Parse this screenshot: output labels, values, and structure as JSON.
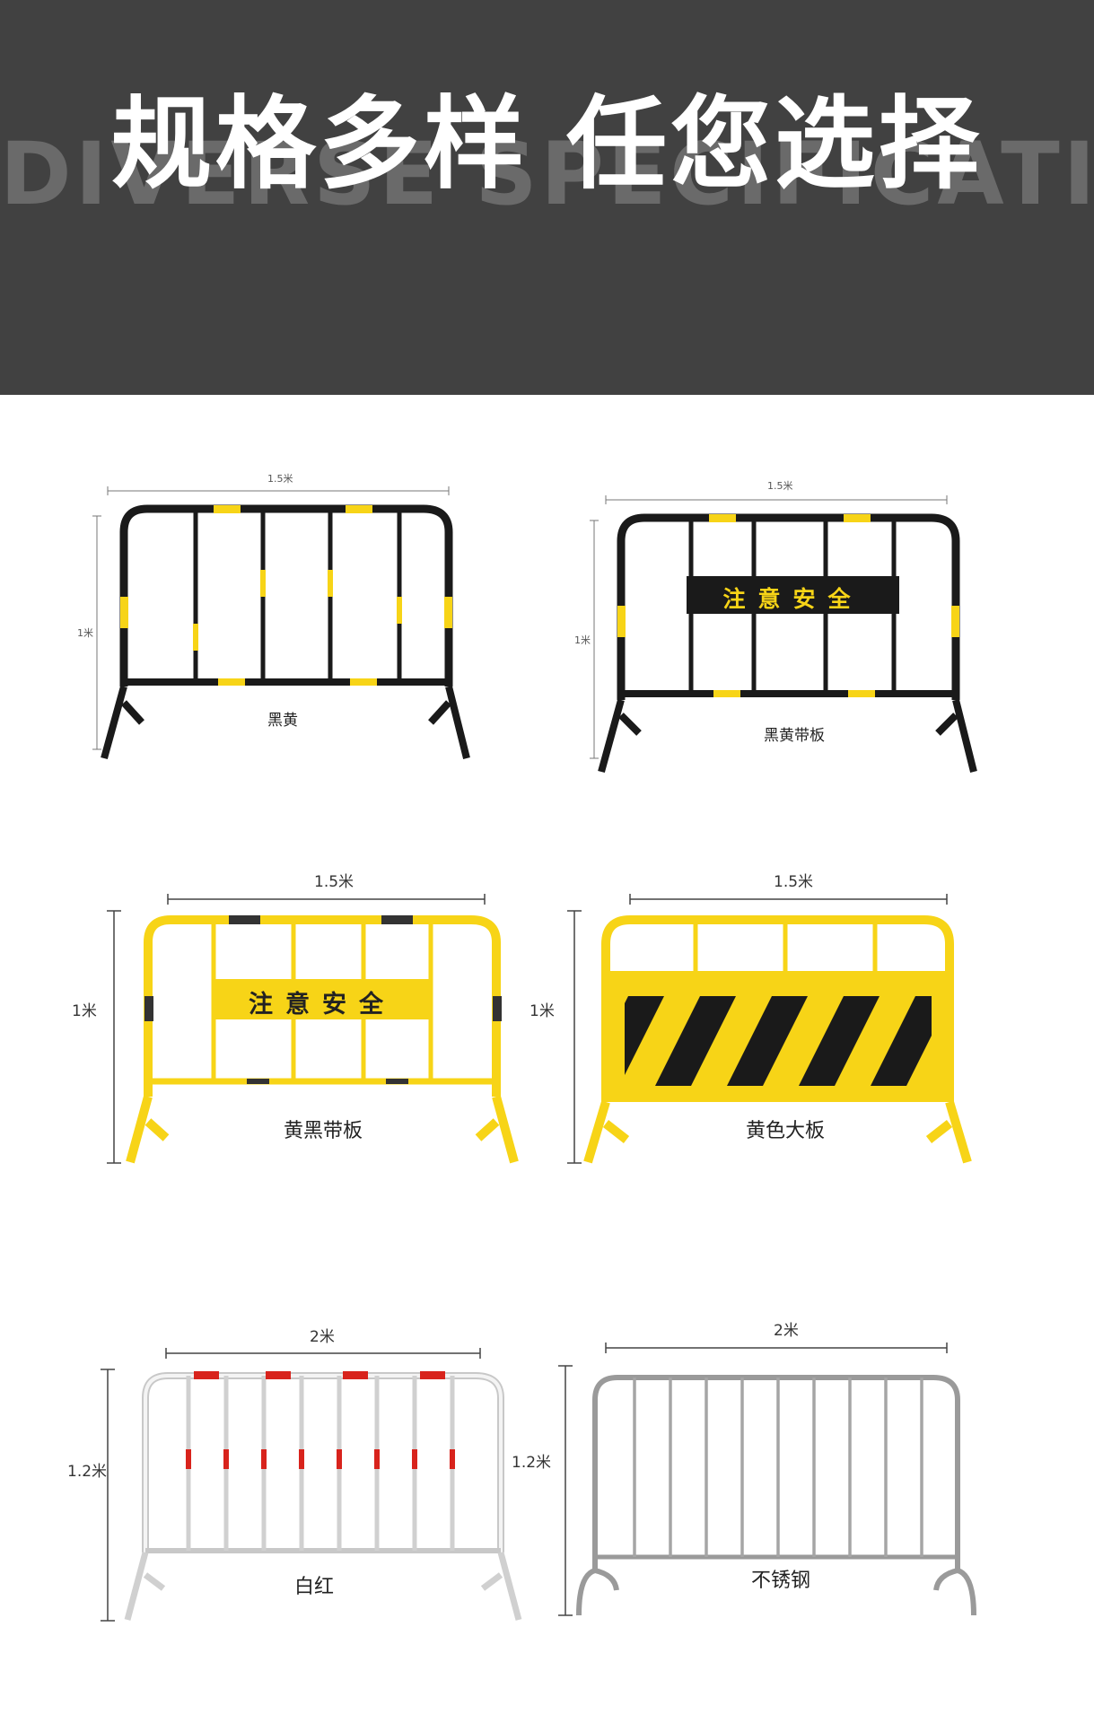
{
  "header": {
    "title": "规格多样 任您选择",
    "subtitle_en": "DIVERSE SPECIFICATIONS"
  },
  "colors": {
    "header_bg": "#414141",
    "black": "#1a1a1a",
    "yellow": "#f7d417",
    "red": "#d8231c",
    "steel": "#9a9a9a"
  },
  "products": [
    {
      "name": "黑黄",
      "width_label": "1.5米",
      "height_label": "1米"
    },
    {
      "name": "黑黄带板",
      "width_label": "1.5米",
      "height_label": "1米",
      "sign": "注意安全"
    },
    {
      "name": "黄黑带板",
      "width_label": "1.5米",
      "height_label": "1米",
      "sign": "注意安全"
    },
    {
      "name": "黄色大板",
      "width_label": "1.5米",
      "height_label": "1米"
    },
    {
      "name": "白红",
      "width_label": "2米",
      "height_label": "1.2米"
    },
    {
      "name": "不锈钢",
      "width_label": "2米",
      "height_label": "1.2米"
    }
  ]
}
